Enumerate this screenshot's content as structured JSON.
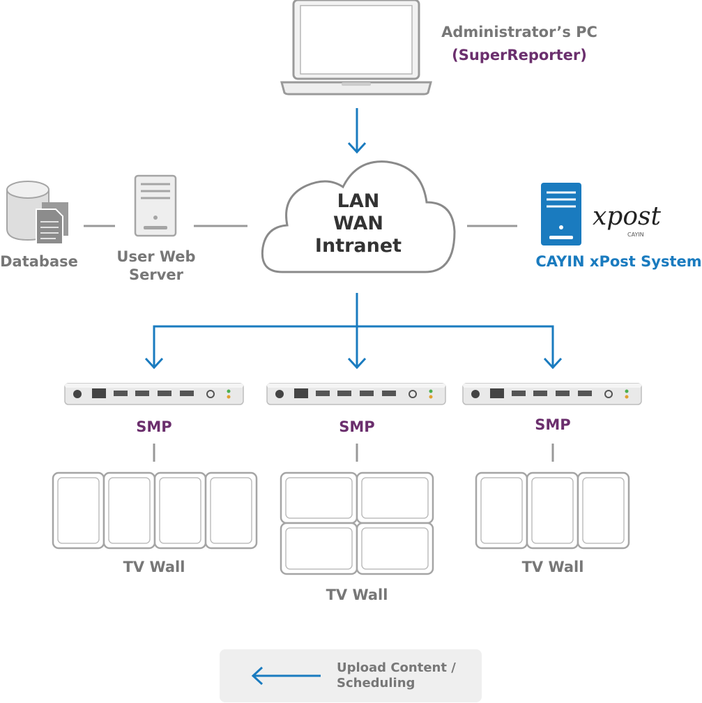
{
  "admin_pc": {
    "title": "Administrator’s PC",
    "subtitle": "(SuperReporter)"
  },
  "network": {
    "line1": "LAN",
    "line2": "WAN",
    "line3": "Intranet"
  },
  "database": {
    "label": "Database"
  },
  "web_server": {
    "line1": "User Web",
    "line2": "Server"
  },
  "xpost": {
    "label": "CAYIN xPost System",
    "logo_text": "xpost",
    "logo_sub": "CAYIN"
  },
  "players": [
    {
      "label": "SMP",
      "wall_label": "TV Wall"
    },
    {
      "label": "SMP",
      "wall_label": "TV Wall"
    },
    {
      "label": "SMP",
      "wall_label": "TV Wall"
    }
  ],
  "legend": {
    "line1": "Upload Content /",
    "line2": "Scheduling"
  },
  "colors": {
    "arrow": "#1a7bbf",
    "purple": "#6b2f6d",
    "gray_text": "#777777",
    "connector": "#999999"
  }
}
